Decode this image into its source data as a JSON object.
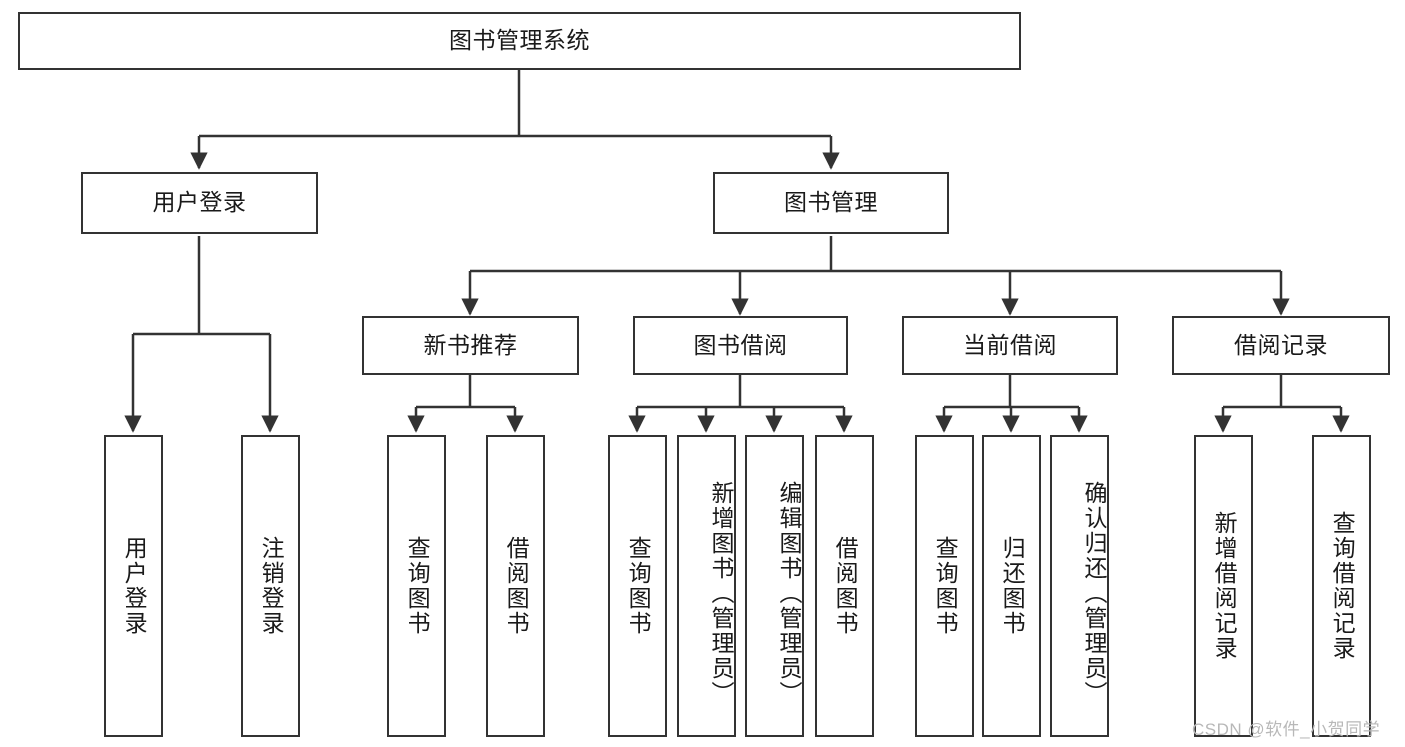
{
  "diagram": {
    "type": "tree-hierarchy-chart",
    "title_node": {
      "label": "图书管理系统"
    },
    "level1": [
      {
        "id": "user-login",
        "label": "用户登录"
      },
      {
        "id": "book-management",
        "label": "图书管理"
      }
    ],
    "level2": [
      {
        "id": "new-book-recommend",
        "label": "新书推荐",
        "parent": "book-management"
      },
      {
        "id": "book-borrow",
        "label": "图书借阅",
        "parent": "book-management"
      },
      {
        "id": "current-borrow",
        "label": "当前借阅",
        "parent": "book-management"
      },
      {
        "id": "borrow-record",
        "label": "借阅记录",
        "parent": "book-management"
      }
    ],
    "leaves": [
      {
        "id": "leaf-user-login",
        "label": "用户登录",
        "parent": "user-login"
      },
      {
        "id": "leaf-logout-login",
        "label": "注销登录",
        "parent": "user-login"
      },
      {
        "id": "leaf-query-book-1",
        "label": "查询图书",
        "parent": "new-book-recommend"
      },
      {
        "id": "leaf-borrow-book-1",
        "label": "借阅图书",
        "parent": "new-book-recommend"
      },
      {
        "id": "leaf-query-book-2",
        "label": "查询图书",
        "parent": "book-borrow"
      },
      {
        "id": "leaf-add-book",
        "label": "新增图书（管理员）",
        "parent": "book-borrow"
      },
      {
        "id": "leaf-edit-book",
        "label": "编辑图书（管理员）",
        "parent": "book-borrow"
      },
      {
        "id": "leaf-borrow-book-2",
        "label": "借阅图书",
        "parent": "book-borrow"
      },
      {
        "id": "leaf-query-book-3",
        "label": "查询图书",
        "parent": "current-borrow"
      },
      {
        "id": "leaf-return-book",
        "label": "归还图书",
        "parent": "current-borrow"
      },
      {
        "id": "leaf-confirm-return",
        "label": "确认归还（管理员）",
        "parent": "current-borrow"
      },
      {
        "id": "leaf-add-record",
        "label": "新增借阅记录",
        "parent": "borrow-record"
      },
      {
        "id": "leaf-query-record",
        "label": "查询借阅记录",
        "parent": "borrow-record"
      }
    ],
    "colors": {
      "stroke": "#333333",
      "fill": "#ffffff",
      "text": "#1a1a1a",
      "watermark": "#b8b8b8"
    }
  },
  "watermark": {
    "text": "CSDN @软件_小贺同学"
  }
}
